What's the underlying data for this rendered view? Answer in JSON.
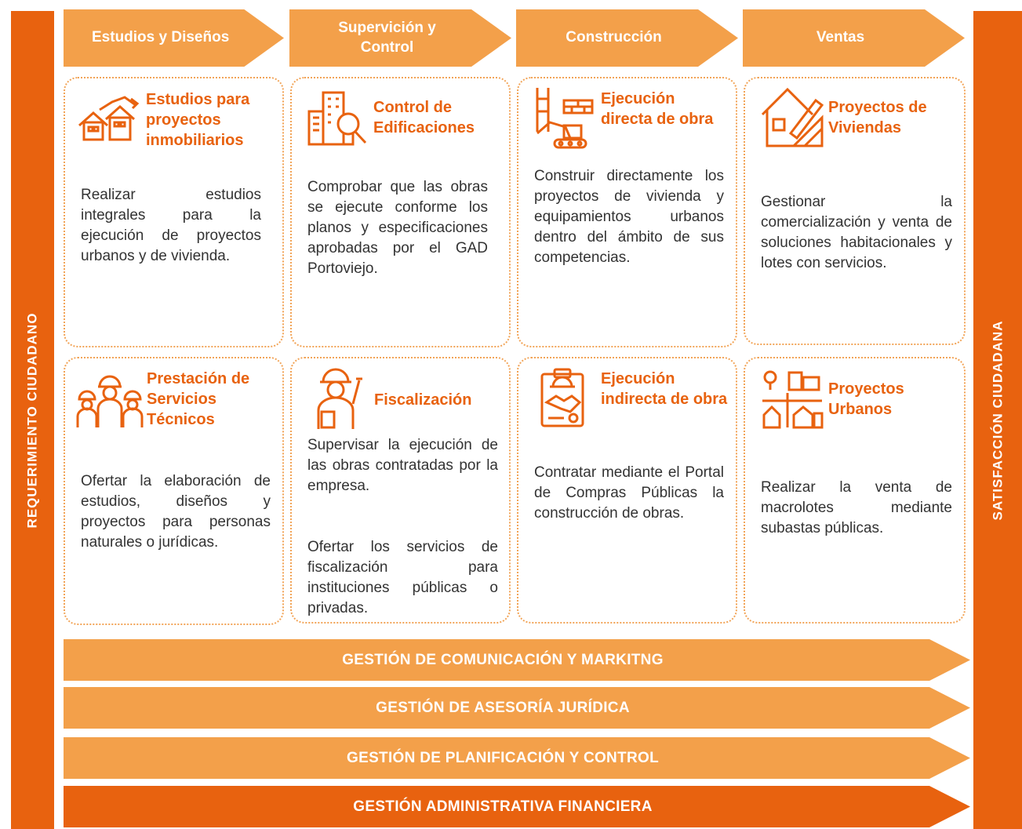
{
  "left_label": "REQUERIMIENTO CIUDADANO",
  "right_label": "SATISFACCIÓN CIUDADANA",
  "stages": [
    "Estudios y Diseños",
    "Supervición y Control",
    "Construcción",
    "Ventas"
  ],
  "cards": [
    {
      "icon": "houses-icon",
      "title": "Estudios para proyectos inmobiliarios",
      "desc": "Realizar estudios integrales para la ejecución de proyectos urbanos y de vivienda."
    },
    {
      "icon": "building-search-icon",
      "title": "Control de Edificaciones",
      "desc": "Comprobar que las obras se ejecute conforme los planos y especificaciones aprobadas por el GAD Portoviejo."
    },
    {
      "icon": "construction-icon",
      "title": "Ejecución directa de obra",
      "desc": "Construir directamente los proyectos de vivienda y equipamientos urbanos dentro del ámbito de sus competencias."
    },
    {
      "icon": "house-design-icon",
      "title": "Proyectos de Viviendas",
      "desc": "Gestionar la comercialización y venta de soluciones habitacionales y lotes con servicios."
    },
    {
      "icon": "workers-icon",
      "title": "Prestación de Servicios Técnicos",
      "desc": "Ofertar la elaboración de estudios, diseños y proyectos para personas naturales o jurídicas."
    },
    {
      "icon": "inspector-icon",
      "title": "Fiscalización",
      "desc": "Supervisar la ejecución de las obras contratadas por la empresa.",
      "desc2": "Ofertar los servicios de fiscalización para instituciones públicas o privadas."
    },
    {
      "icon": "contract-handshake-icon",
      "title": "Ejecución indirecta de obra",
      "desc": "Contratar mediante el Portal de Compras Públicas la construcción de obras."
    },
    {
      "icon": "urban-map-icon",
      "title": "Proyectos Urbanos",
      "desc": "Realizar la venta de macrolotes mediante subastas públicas."
    }
  ],
  "bands": [
    "GESTIÓN DE COMUNICACIÓN Y MARKITNG",
    "GESTIÓN DE ASESORÍA JURÍDICA",
    "GESTIÓN DE PLANIFICACIÓN Y CONTROL",
    "GESTIÓN ADMINISTRATIVA FINANCIERA"
  ],
  "colors": {
    "primary": "#E8620F",
    "light": "#F3A04A",
    "border": "#F2A457"
  }
}
